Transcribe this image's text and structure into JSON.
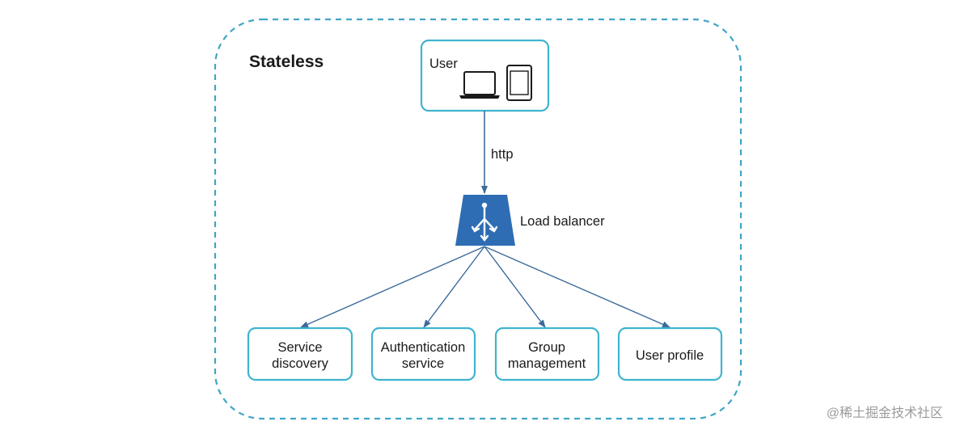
{
  "diagram": {
    "region_title": "Stateless",
    "user_label": "User",
    "edge_label": "http",
    "load_balancer_label": "Load balancer",
    "services": [
      {
        "id": "service-discovery",
        "lines": [
          "Service",
          "discovery"
        ]
      },
      {
        "id": "authentication-service",
        "lines": [
          "Authentication",
          "service"
        ]
      },
      {
        "id": "group-management",
        "lines": [
          "Group",
          "management"
        ]
      },
      {
        "id": "user-profile",
        "lines": [
          "User profile"
        ]
      }
    ],
    "colors": {
      "box_border": "#3fb4cf",
      "dashed_border": "#3fa6c6",
      "arrow": "#3c6a9a",
      "load_balancer": "#2e6db3"
    }
  },
  "watermark": "@稀土掘金技术社区"
}
